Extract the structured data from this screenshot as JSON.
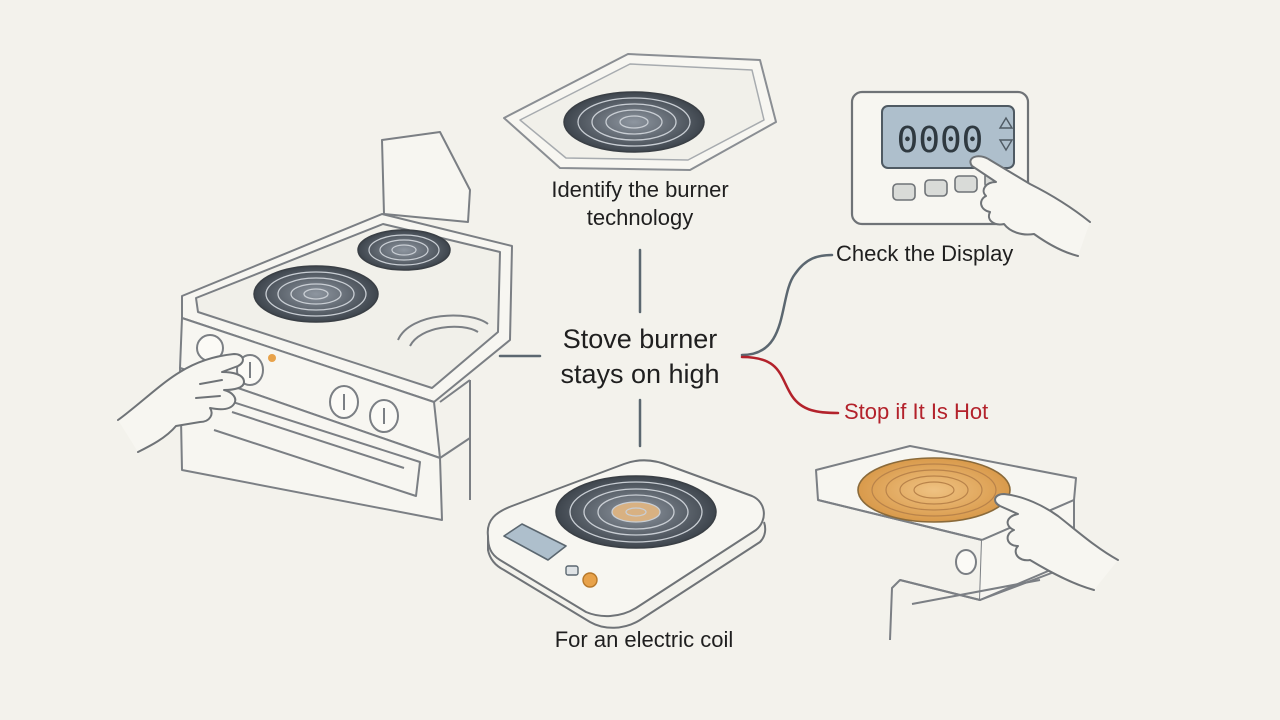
{
  "diagram": {
    "center_label": "Stove burner\nstays on high",
    "nodes": {
      "identify": {
        "label": "Identify the burner\ntechnology"
      },
      "display": {
        "label": "Check the Display",
        "readout": "0000"
      },
      "hot": {
        "label": "Stop if It Is Hot"
      },
      "coil": {
        "label": "For an electric coil"
      }
    },
    "colors": {
      "background": "#f3f2ec",
      "ink": "#1f1f1f",
      "line": "#5b6770",
      "warning": "#b3222b",
      "hot_burner": "#e3a75b",
      "knob_dot": "#e8a24a",
      "display_screen": "#aebfcc"
    }
  }
}
